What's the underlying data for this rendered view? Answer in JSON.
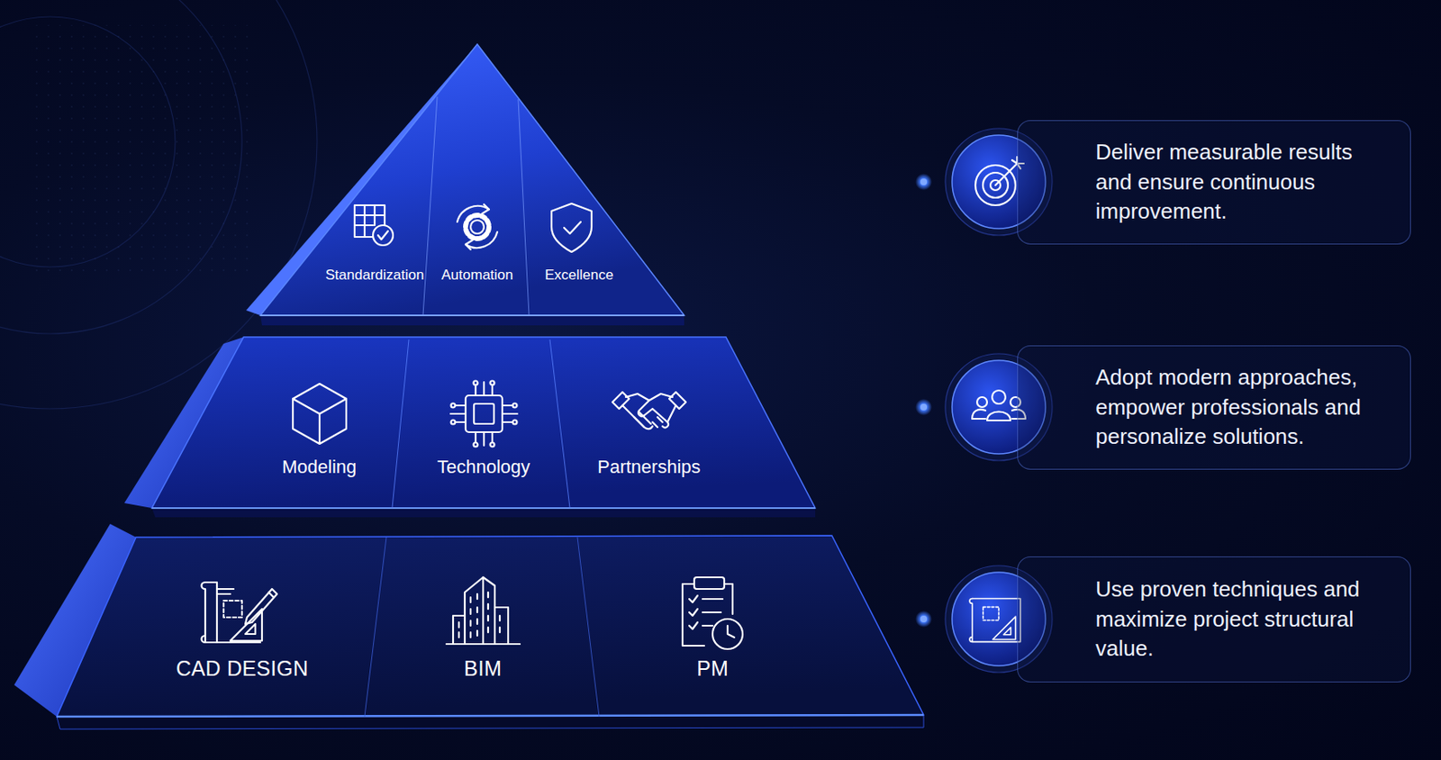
{
  "diagram": {
    "nodes": [
      {
        "text": [
          "Standardization"
        ]
      },
      {
        "text": [
          "Automation"
        ]
      },
      {
        "text": [
          "Excellence"
        ]
      },
      {
        "text": [
          "Modeling"
        ]
      },
      {
        "text": [
          "Technology"
        ]
      },
      {
        "text": [
          "Partnerships"
        ]
      },
      {
        "text": [
          "CAD DESIGN"
        ]
      },
      {
        "text": [
          "BIM"
        ]
      },
      {
        "text": [
          "PM"
        ]
      },
      {
        "text": [
          "Deliver measurable results and ensure continuous improvement."
        ]
      },
      {
        "text": [
          "Adopt modern approaches, empower professionals and personalize solutions."
        ]
      },
      {
        "text": [
          "Use proven techniques and maximize project structural value."
        ]
      }
    ]
  }
}
